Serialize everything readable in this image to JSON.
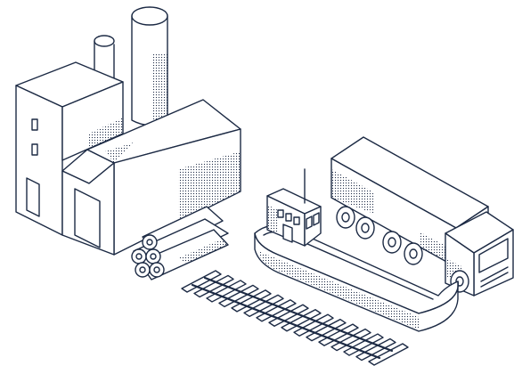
{
  "illustration": {
    "subjects": [
      "factory",
      "logs",
      "railway-track",
      "barge",
      "truck"
    ],
    "colors": {
      "ink": "#1c2a44",
      "background": "#ffffff"
    }
  }
}
